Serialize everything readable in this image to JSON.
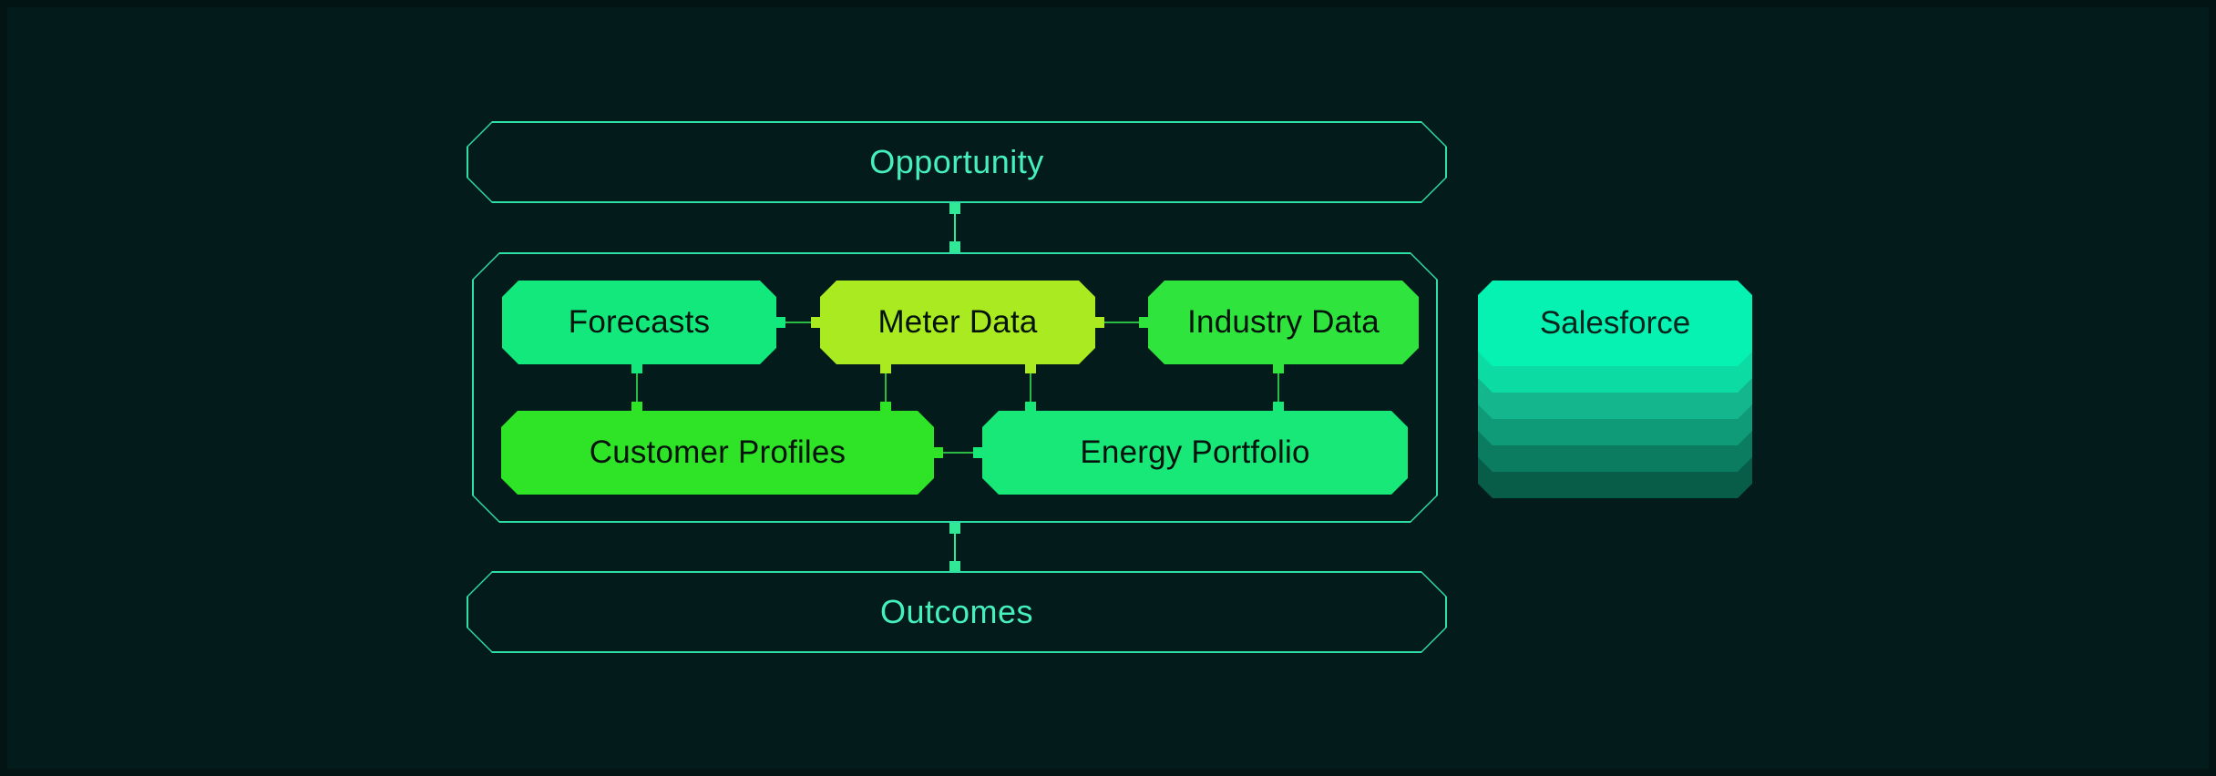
{
  "colors": {
    "background": "#031b1a",
    "outline_stroke": "#2edfa5",
    "outline_text": "#45f0bc",
    "teal_connector": "#30e896",
    "green_connector": "#2dba44",
    "box_text": "#04130b"
  },
  "flow": {
    "top": {
      "label": "Opportunity"
    },
    "bottom": {
      "label": "Outcomes"
    }
  },
  "data_sources": [
    {
      "label": "Forecasts",
      "color": "#12e87c"
    },
    {
      "label": "Meter Data",
      "color": "#a9eb20"
    },
    {
      "label": "Industry Data",
      "color": "#2fe43c"
    },
    {
      "label": "Customer Profiles",
      "color": "#2fe326"
    },
    {
      "label": "Energy Portfolio",
      "color": "#17e878"
    }
  ],
  "integration": {
    "label": "Salesforce",
    "top_color": "#06f2b3",
    "layer_colors": [
      "#0cdca4",
      "#14b68d",
      "#0f9a78",
      "#0b7c60",
      "#075d48"
    ],
    "text_color": "#05251c"
  }
}
